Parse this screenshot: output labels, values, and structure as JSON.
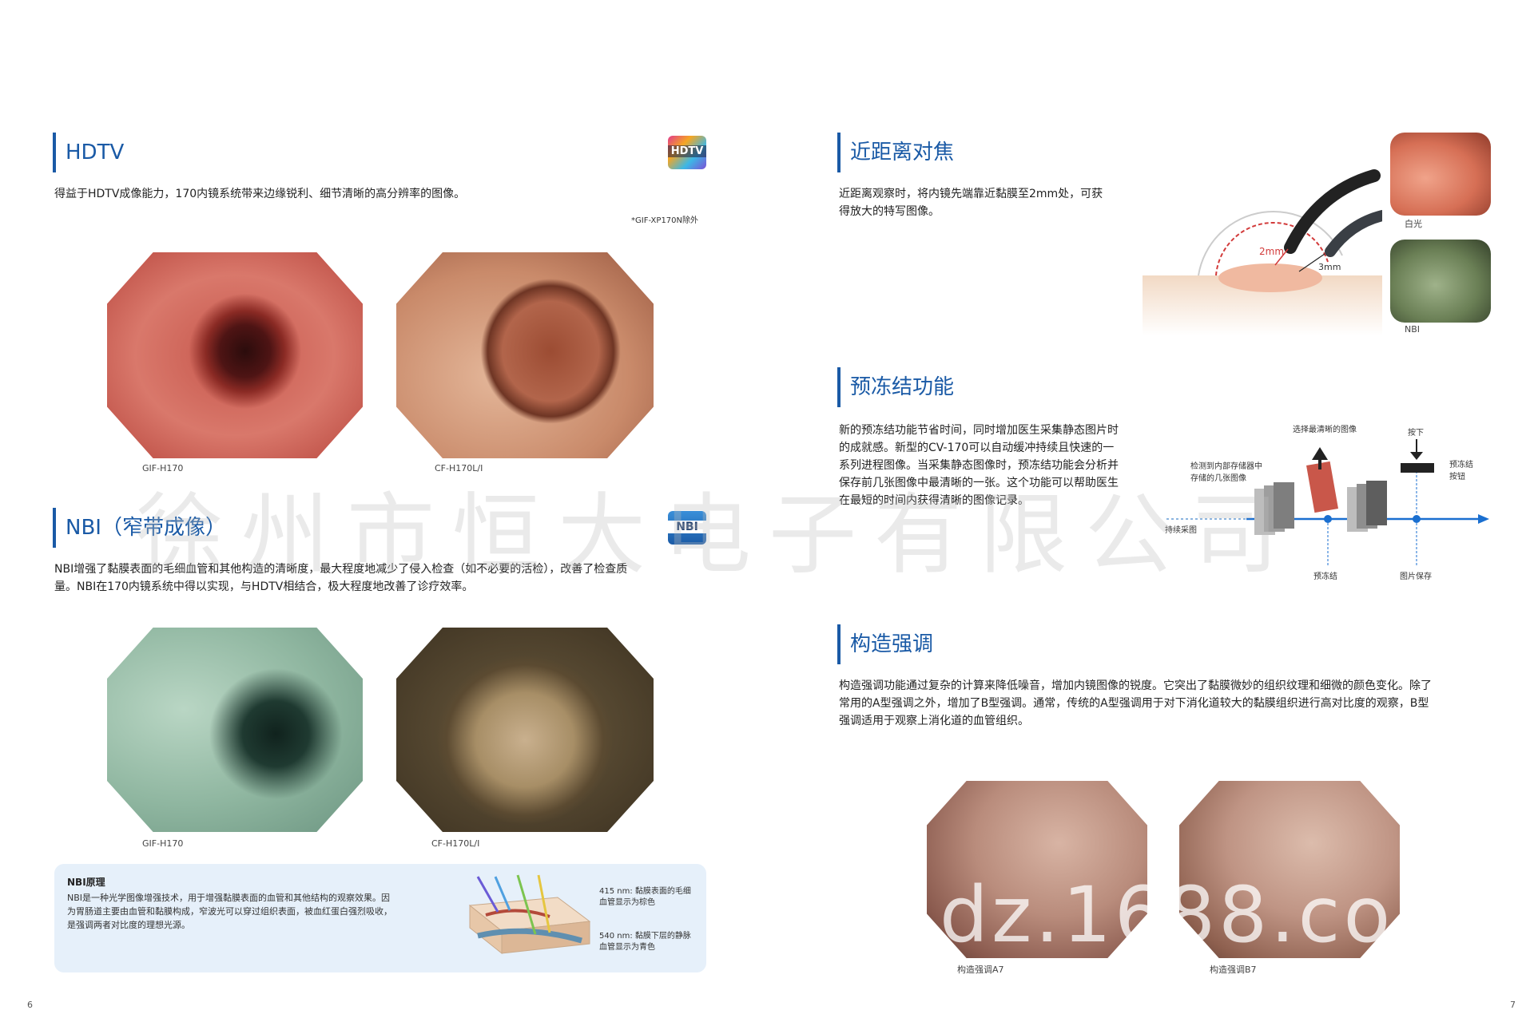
{
  "left": {
    "hdtv": {
      "title": "HDTV",
      "badge": "HDTV",
      "text": "得益于HDTV成像能力，170内镜系统带来边缘锐利、细节清晰的高分辨率的图像。",
      "note": "*GIF-XP170N除外",
      "captions": [
        "GIF-H170",
        "CF-H170L/I"
      ]
    },
    "nbi": {
      "title": "NBI（窄带成像）",
      "badge": "NBI",
      "text_line1": "NBI增强了黏膜表面的毛细血管和其他构造的清晰度，最大程度地减少了侵入检查（如不必要的活检），改善了检查质",
      "text_line2": "量。NBI在170内镜系统中得以实现，与HDTV相结合，极大程度地改善了诊疗效率。",
      "captions": [
        "GIF-H170",
        "CF-H170L/I"
      ]
    },
    "principle": {
      "title": "NBI原理",
      "line1": "NBI是一种光学图像增强技术，用于增强黏膜表面的血管和其他结构的观察效果。因",
      "line2": "为胃肠道主要由血管和黏膜构成，窄波光可以穿过组织表面，被血红蛋白强烈吸收，",
      "line3": "是强调两者对比度的理想光源。",
      "label415_a": "415 nm: 黏膜表面的毛细",
      "label415_b": "血管显示为棕色",
      "label540_a": "540 nm: 黏膜下层的静脉",
      "label540_b": "血管显示为青色"
    },
    "page_num": "6"
  },
  "right": {
    "near": {
      "title": "近距离对焦",
      "line1": "近距离观察时，将内镜先端靠近黏膜至2mm处，可获",
      "line2": "得放大的特写图像。",
      "label_2mm": "2mm",
      "label_3mm": "3mm",
      "caption_white": "白光",
      "caption_nbi": "NBI"
    },
    "prefreeze": {
      "title": "预冻结功能",
      "line1": "新的预冻结功能节省时间，同时增加医生采集静态图片时",
      "line2": "的成就感。新型的CV-170可以自动缓冲持续且快速的一",
      "line3": "系列进程图像。当采集静态图像时，预冻结功能会分析并",
      "line4": "保存前几张图像中最清晰的一张。这个功能可以帮助医生",
      "line5": "在最短的时间内获得清晰的图像记录。",
      "label_best": "选择最清晰的图像",
      "label_press": "按下",
      "label_buffer_a": "检测到内部存储器中",
      "label_buffer_b": "存储的几张图像",
      "label_button_a": "预冻结",
      "label_button_b": "按钮",
      "label_continuous": "持续采图",
      "label_prefreeze": "预冻结",
      "label_save": "图片保存"
    },
    "structure": {
      "title": "构造强调",
      "line1": "构造强调功能通过复杂的计算来降低噪音，增加内镜图像的锐度。它突出了黏膜微妙的组织纹理和细微的颜色变化。除了",
      "line2": "常用的A型强调之外，增加了B型强调。通常，传统的A型强调用于对下消化道较大的黏膜组织进行高对比度的观察，B型",
      "line3": "强调适用于观察上消化道的血管组织。",
      "captions": [
        "构造强调A7",
        "构造强调B7"
      ]
    },
    "page_num": "7"
  },
  "watermark": "徐州市恒大电子有限公司",
  "watermark2": "dz.1688.co",
  "colors": {
    "accent": "#1a5aa6",
    "panel": "#e6f0fa"
  }
}
